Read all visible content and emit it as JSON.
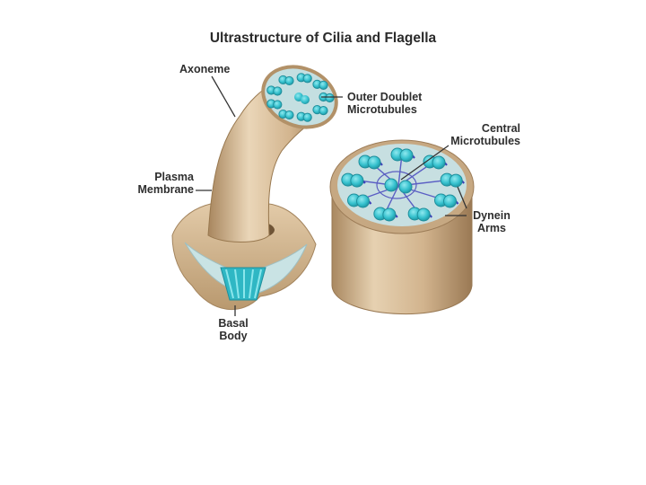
{
  "title": "Ultrastructure of Cilia and Flagella",
  "labels": {
    "axoneme": "Axoneme",
    "outer_doublet": [
      "Outer Doublet",
      "Microtubules"
    ],
    "central": [
      "Central",
      "Microtubules"
    ],
    "plasma_membrane": [
      "Plasma",
      "Membrane"
    ],
    "dynein": [
      "Dynein",
      "Arms"
    ],
    "basal_body": [
      "Basal",
      "Body"
    ]
  },
  "colors": {
    "membrane_tan": "#d9bf9c",
    "membrane_shadow": "#b89a72",
    "inner_cut": "#c6e0e2",
    "microtubule_cyan": "#3cc6d2",
    "dynein_blue": "#3b3fb8",
    "label_text": "#2e2e2e"
  }
}
